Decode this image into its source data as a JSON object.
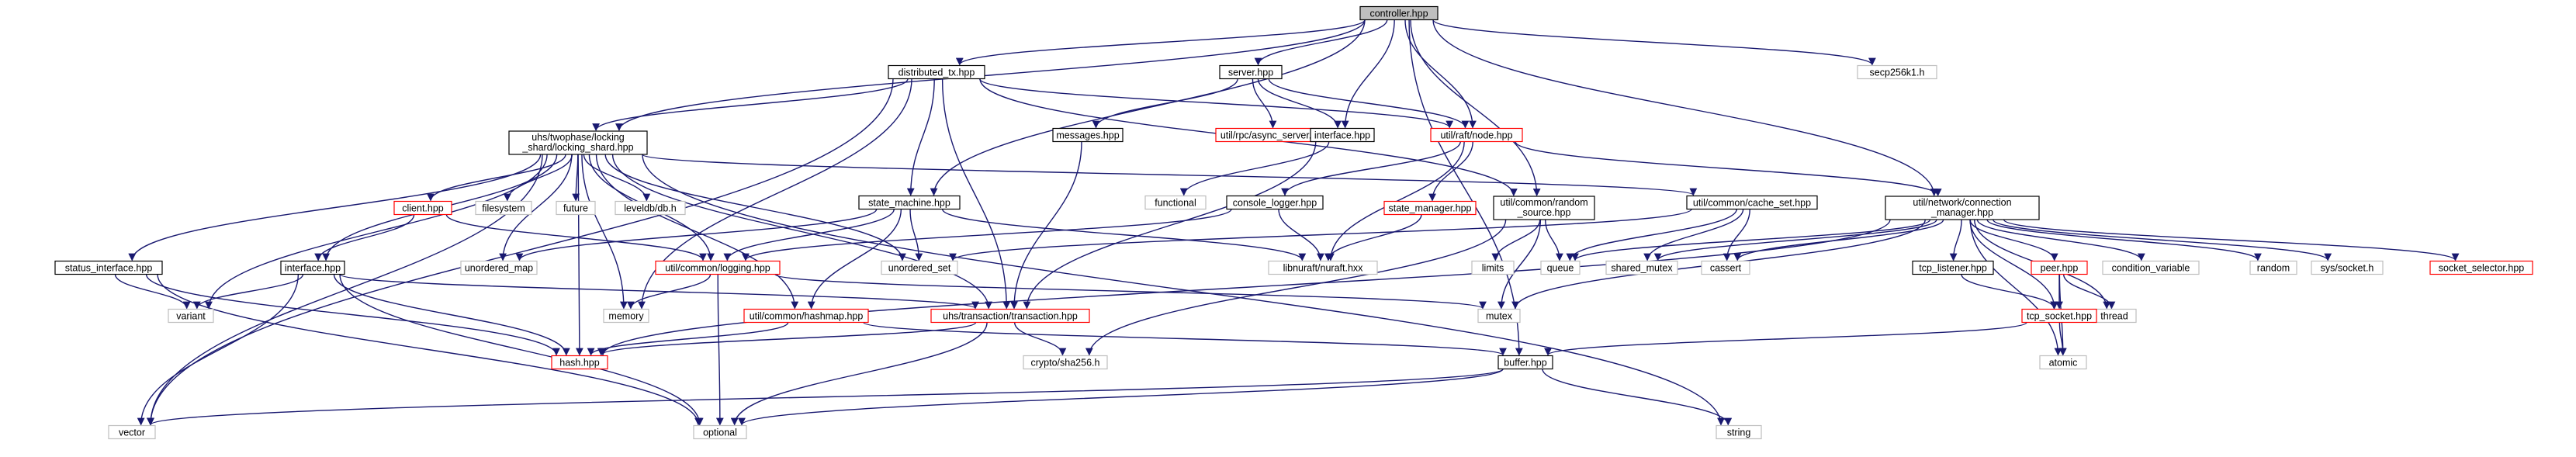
{
  "graph_title": "",
  "colors": {
    "edge": "#191970",
    "border_default": "#000000",
    "border_missing": "#bfbfbf",
    "border_truncated": "#ff0000",
    "fill_root": "#bfbfbf",
    "fill_default": "#ffffff"
  },
  "nodes": [
    {
      "id": "controller",
      "lines": [
        "controller.hpp"
      ],
      "kind": "root"
    },
    {
      "id": "distributed_tx",
      "lines": [
        "distributed_tx.hpp"
      ],
      "kind": "normal"
    },
    {
      "id": "server",
      "lines": [
        "server.hpp"
      ],
      "kind": "normal"
    },
    {
      "id": "secp",
      "lines": [
        "secp256k1.h"
      ],
      "kind": "missing"
    },
    {
      "id": "locking_shard",
      "lines": [
        "uhs/twophase/locking",
        "_shard/locking_shard.hpp"
      ],
      "kind": "normal"
    },
    {
      "id": "messages",
      "lines": [
        "messages.hpp"
      ],
      "kind": "normal"
    },
    {
      "id": "async_server",
      "lines": [
        "util/rpc/async_server.hpp"
      ],
      "kind": "truncated"
    },
    {
      "id": "interface_raft",
      "lines": [
        "interface.hpp"
      ],
      "kind": "normal"
    },
    {
      "id": "raft_node",
      "lines": [
        "util/raft/node.hpp"
      ],
      "kind": "truncated"
    },
    {
      "id": "client",
      "lines": [
        "client.hpp"
      ],
      "kind": "truncated"
    },
    {
      "id": "filesystem",
      "lines": [
        "filesystem"
      ],
      "kind": "missing"
    },
    {
      "id": "future",
      "lines": [
        "future"
      ],
      "kind": "missing"
    },
    {
      "id": "leveldb",
      "lines": [
        "leveldb/db.h"
      ],
      "kind": "missing"
    },
    {
      "id": "state_machine",
      "lines": [
        "state_machine.hpp"
      ],
      "kind": "normal"
    },
    {
      "id": "functional",
      "lines": [
        "functional"
      ],
      "kind": "missing"
    },
    {
      "id": "console_logger",
      "lines": [
        "console_logger.hpp"
      ],
      "kind": "normal"
    },
    {
      "id": "state_manager",
      "lines": [
        "state_manager.hpp"
      ],
      "kind": "truncated"
    },
    {
      "id": "random_source",
      "lines": [
        "util/common/random",
        "_source.hpp"
      ],
      "kind": "normal"
    },
    {
      "id": "cache_set",
      "lines": [
        "util/common/cache_set.hpp"
      ],
      "kind": "normal"
    },
    {
      "id": "connection_manager",
      "lines": [
        "util/network/connection",
        "_manager.hpp"
      ],
      "kind": "normal"
    },
    {
      "id": "status_interface",
      "lines": [
        "status_interface.hpp"
      ],
      "kind": "normal"
    },
    {
      "id": "interface_ls",
      "lines": [
        "interface.hpp"
      ],
      "kind": "normal"
    },
    {
      "id": "unordered_map",
      "lines": [
        "unordered_map"
      ],
      "kind": "missing"
    },
    {
      "id": "logging",
      "lines": [
        "util/common/logging.hpp"
      ],
      "kind": "truncated"
    },
    {
      "id": "unordered_set",
      "lines": [
        "unordered_set"
      ],
      "kind": "missing"
    },
    {
      "id": "nuraft",
      "lines": [
        "libnuraft/nuraft.hxx"
      ],
      "kind": "missing"
    },
    {
      "id": "limits",
      "lines": [
        "limits"
      ],
      "kind": "missing"
    },
    {
      "id": "queue",
      "lines": [
        "queue"
      ],
      "kind": "missing"
    },
    {
      "id": "shared_mutex",
      "lines": [
        "shared_mutex"
      ],
      "kind": "missing"
    },
    {
      "id": "cassert",
      "lines": [
        "cassert"
      ],
      "kind": "missing"
    },
    {
      "id": "tcp_listener",
      "lines": [
        "tcp_listener.hpp"
      ],
      "kind": "normal"
    },
    {
      "id": "peer",
      "lines": [
        "peer.hpp"
      ],
      "kind": "truncated"
    },
    {
      "id": "condition_variable",
      "lines": [
        "condition_variable"
      ],
      "kind": "missing"
    },
    {
      "id": "random",
      "lines": [
        "random"
      ],
      "kind": "missing"
    },
    {
      "id": "socket_h",
      "lines": [
        "sys/socket.h"
      ],
      "kind": "missing"
    },
    {
      "id": "socket_selector",
      "lines": [
        "socket_selector.hpp"
      ],
      "kind": "truncated"
    },
    {
      "id": "variant",
      "lines": [
        "variant"
      ],
      "kind": "missing"
    },
    {
      "id": "memory",
      "lines": [
        "memory"
      ],
      "kind": "missing"
    },
    {
      "id": "mutex",
      "lines": [
        "mutex"
      ],
      "kind": "missing"
    },
    {
      "id": "thread",
      "lines": [
        "thread"
      ],
      "kind": "missing"
    },
    {
      "id": "hashmap",
      "lines": [
        "util/common/hashmap.hpp"
      ],
      "kind": "truncated"
    },
    {
      "id": "transaction",
      "lines": [
        "uhs/transaction/transaction.hpp"
      ],
      "kind": "truncated"
    },
    {
      "id": "tcp_socket",
      "lines": [
        "tcp_socket.hpp"
      ],
      "kind": "truncated"
    },
    {
      "id": "hash",
      "lines": [
        "hash.hpp"
      ],
      "kind": "truncated"
    },
    {
      "id": "sha256",
      "lines": [
        "crypto/sha256.h"
      ],
      "kind": "missing"
    },
    {
      "id": "buffer",
      "lines": [
        "buffer.hpp"
      ],
      "kind": "normal"
    },
    {
      "id": "atomic",
      "lines": [
        "atomic"
      ],
      "kind": "missing"
    },
    {
      "id": "vector",
      "lines": [
        "vector"
      ],
      "kind": "missing"
    },
    {
      "id": "optional",
      "lines": [
        "optional"
      ],
      "kind": "missing"
    },
    {
      "id": "string",
      "lines": [
        "string"
      ],
      "kind": "missing"
    }
  ],
  "edges": [
    [
      "controller",
      "distributed_tx"
    ],
    [
      "controller",
      "server"
    ],
    [
      "controller",
      "secp"
    ],
    [
      "controller",
      "locking_shard"
    ],
    [
      "controller",
      "interface_raft"
    ],
    [
      "controller",
      "raft_node"
    ],
    [
      "controller",
      "state_machine"
    ],
    [
      "controller",
      "random_source"
    ],
    [
      "controller",
      "connection_manager"
    ],
    [
      "controller",
      "buffer"
    ],
    [
      "distributed_tx",
      "locking_shard"
    ],
    [
      "distributed_tx",
      "raft_node"
    ],
    [
      "distributed_tx",
      "state_machine"
    ],
    [
      "distributed_tx",
      "transaction"
    ],
    [
      "distributed_tx",
      "vector"
    ],
    [
      "distributed_tx",
      "memory"
    ],
    [
      "distributed_tx",
      "random_source"
    ],
    [
      "server",
      "messages"
    ],
    [
      "server",
      "async_server"
    ],
    [
      "server",
      "interface_raft"
    ],
    [
      "server",
      "raft_node"
    ],
    [
      "locking_shard",
      "status_interface"
    ],
    [
      "locking_shard",
      "interface_ls"
    ],
    [
      "locking_shard",
      "client"
    ],
    [
      "locking_shard",
      "filesystem"
    ],
    [
      "locking_shard",
      "future"
    ],
    [
      "locking_shard",
      "leveldb"
    ],
    [
      "locking_shard",
      "cache_set"
    ],
    [
      "locking_shard",
      "logging"
    ],
    [
      "locking_shard",
      "unordered_set"
    ],
    [
      "locking_shard",
      "variant"
    ],
    [
      "locking_shard",
      "unordered_map"
    ],
    [
      "locking_shard",
      "memory"
    ],
    [
      "locking_shard",
      "hashmap"
    ],
    [
      "locking_shard",
      "transaction"
    ],
    [
      "locking_shard",
      "hash"
    ],
    [
      "locking_shard",
      "vector"
    ],
    [
      "locking_shard",
      "string"
    ],
    [
      "messages",
      "transaction"
    ],
    [
      "interface_raft",
      "functional"
    ],
    [
      "interface_raft",
      "transaction"
    ],
    [
      "raft_node",
      "console_logger"
    ],
    [
      "raft_node",
      "state_manager"
    ],
    [
      "raft_node",
      "connection_manager"
    ],
    [
      "raft_node",
      "nuraft"
    ],
    [
      "client",
      "interface_ls"
    ],
    [
      "client",
      "logging"
    ],
    [
      "state_machine",
      "unordered_map"
    ],
    [
      "state_machine",
      "logging"
    ],
    [
      "state_machine",
      "unordered_set"
    ],
    [
      "state_machine",
      "nuraft"
    ],
    [
      "state_machine",
      "hashmap"
    ],
    [
      "console_logger",
      "logging"
    ],
    [
      "console_logger",
      "nuraft"
    ],
    [
      "state_manager",
      "nuraft"
    ],
    [
      "random_source",
      "limits"
    ],
    [
      "random_source",
      "queue"
    ],
    [
      "random_source",
      "mutex"
    ],
    [
      "random_source",
      "sha256"
    ],
    [
      "cache_set",
      "unordered_set"
    ],
    [
      "cache_set",
      "queue"
    ],
    [
      "cache_set",
      "shared_mutex"
    ],
    [
      "cache_set",
      "cassert"
    ],
    [
      "connection_manager",
      "tcp_listener"
    ],
    [
      "connection_manager",
      "peer"
    ],
    [
      "connection_manager",
      "condition_variable"
    ],
    [
      "connection_manager",
      "random"
    ],
    [
      "connection_manager",
      "socket_h"
    ],
    [
      "connection_manager",
      "socket_selector"
    ],
    [
      "connection_manager",
      "queue"
    ],
    [
      "connection_manager",
      "shared_mutex"
    ],
    [
      "connection_manager",
      "cassert"
    ],
    [
      "connection_manager",
      "mutex"
    ],
    [
      "connection_manager",
      "thread"
    ],
    [
      "connection_manager",
      "atomic"
    ],
    [
      "connection_manager",
      "tcp_socket"
    ],
    [
      "connection_manager",
      "hash"
    ],
    [
      "status_interface",
      "variant"
    ],
    [
      "status_interface",
      "hash"
    ],
    [
      "status_interface",
      "optional"
    ],
    [
      "interface_ls",
      "variant"
    ],
    [
      "interface_ls",
      "hash"
    ],
    [
      "interface_ls",
      "vector"
    ],
    [
      "interface_ls",
      "optional"
    ],
    [
      "interface_ls",
      "transaction"
    ],
    [
      "logging",
      "memory"
    ],
    [
      "logging",
      "mutex"
    ],
    [
      "logging",
      "optional"
    ],
    [
      "tcp_listener",
      "tcp_socket"
    ],
    [
      "peer",
      "tcp_socket"
    ],
    [
      "peer",
      "thread"
    ],
    [
      "peer",
      "atomic"
    ],
    [
      "hashmap",
      "hash"
    ],
    [
      "hashmap",
      "buffer"
    ],
    [
      "transaction",
      "hash"
    ],
    [
      "transaction",
      "sha256"
    ],
    [
      "transaction",
      "optional"
    ],
    [
      "tcp_socket",
      "buffer"
    ],
    [
      "tcp_socket",
      "atomic"
    ],
    [
      "buffer",
      "vector"
    ],
    [
      "buffer",
      "optional"
    ],
    [
      "buffer",
      "string"
    ]
  ]
}
